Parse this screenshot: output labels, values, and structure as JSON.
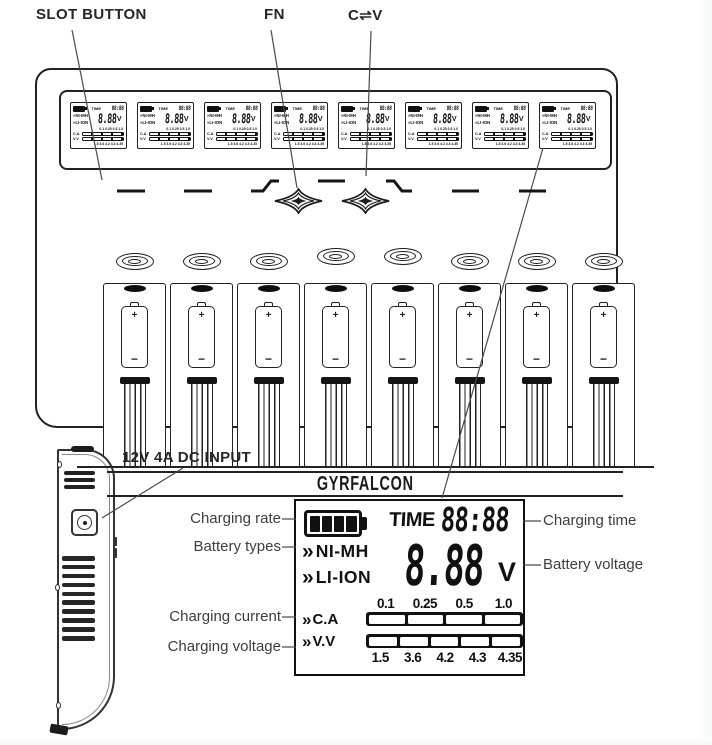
{
  "colors": {
    "ink": "#1a1a1a",
    "background": "#ffffff"
  },
  "labels": {
    "slot_button": "SLOT BUTTON",
    "fn": "FN",
    "cv": "C⇌V",
    "dc_input": "12V 4A DC INPUT"
  },
  "charger": {
    "brand": "GYRFALCON",
    "slot_count": 8,
    "battery_plus": "+",
    "battery_minus": "−"
  },
  "display": {
    "time_label": "TIME",
    "time_value": "88:88",
    "voltage_value": "8.88",
    "voltage_unit": "V",
    "chevron": "»",
    "type_nimh": "NI-MH",
    "type_liion": "LI-ION",
    "current_label": "C.A",
    "voltage_label": "V.V",
    "current_scale": [
      "0.1",
      "0.25",
      "0.5",
      "1.0"
    ],
    "voltage_scale": [
      "1.5",
      "3.6",
      "4.2",
      "4.3",
      "4.35"
    ],
    "battery_level_segments": 4
  },
  "callouts": {
    "charging_rate": "Charging rate",
    "battery_types": "Battery types",
    "charging_current": "Charging current",
    "charging_voltage": "Charging voltage",
    "charging_time": "Charging time",
    "battery_voltage": "Battery voltage"
  }
}
